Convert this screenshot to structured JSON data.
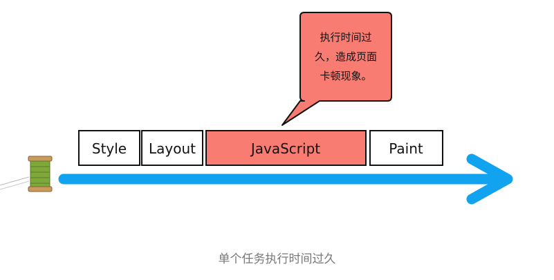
{
  "blocks": [
    {
      "label": "Style"
    },
    {
      "label": "Layout"
    },
    {
      "label": "JavaScript"
    },
    {
      "label": "Paint"
    }
  ],
  "callout": {
    "lines": [
      "执行时间过",
      "久，造成页面",
      "卡顿现象。"
    ]
  },
  "caption": "单个任务执行时间过久",
  "colors": {
    "arrow": "#11A2F0",
    "highlight": "#F87C72",
    "spool_thread": "#7FA83A",
    "spool_wood": "#C99A5E"
  }
}
